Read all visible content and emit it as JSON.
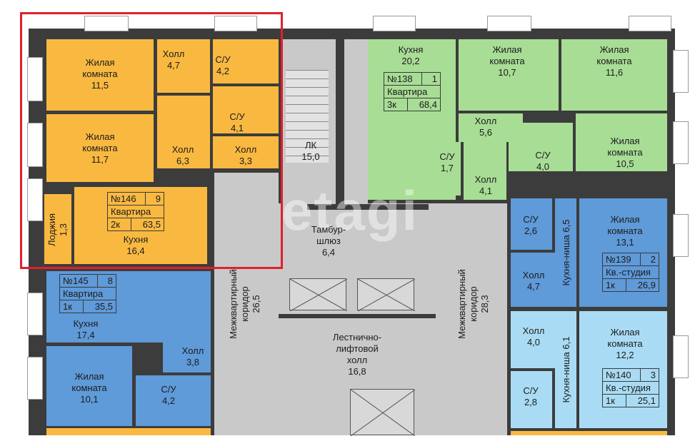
{
  "colors": {
    "orange": "#f9b941",
    "green": "#a8dd95",
    "blue": "#5f9ad9",
    "lightblue": "#a9dcf4",
    "corridor": "#c9c9c9",
    "wall": "#3c3c3c",
    "highlight": "#e0202a"
  },
  "watermark": "etagi",
  "core": {
    "lk": "ЛК\n15,0",
    "tambur": "Тамбур-\nшлюз\n6,4",
    "corridor_left": "Межквартирный\nкоридор\n26,5",
    "corridor_right": "Межквартирный\nкоридор\n28,3",
    "lift_hall": "Лестнично-\nлифтовой\nхолл\n16,8"
  },
  "apt146": {
    "number": "№146",
    "floor": "9",
    "type": "Квартира",
    "rooms": "2к",
    "area": "63,5",
    "labels": {
      "living1": "Жилая\nкомната\n11,5",
      "hall1": "Холл\n4,7",
      "bath1": "С/У\n4,2",
      "bath2": "С/У\n4,1",
      "living2": "Жилая\nкомната\n11,7",
      "hall2": "Холл\n6,3",
      "hall3": "Холл\n3,3",
      "loggia": "Лоджия\n1,3",
      "kitchen": "Кухня\n16,4"
    }
  },
  "apt138": {
    "number": "№138",
    "floor": "1",
    "type": "Квартира",
    "rooms": "3к",
    "area": "68,4",
    "labels": {
      "kitchen": "Кухня\n20,2",
      "living1": "Жилая\nкомната\n10,7",
      "living2": "Жилая\nкомната\n11,6",
      "hall1": "Холл\n5,6",
      "bath1": "С/У\n1,7",
      "bath2": "С/У\n4,0",
      "living3": "Жилая\nкомната\n10,5",
      "hall2": "Холл\n4,1"
    }
  },
  "apt139": {
    "number": "№139",
    "floor": "2",
    "type": "Кв.-студия",
    "rooms": "1к",
    "area": "26,9",
    "labels": {
      "bath": "С/У\n2,6",
      "niche": "Кухня-ниша 6,5",
      "living": "Жилая\nкомната\n13,1",
      "hall": "Холл\n4,7"
    }
  },
  "apt140": {
    "number": "№140",
    "floor": "3",
    "type": "Кв.-студия",
    "rooms": "1к",
    "area": "25,1",
    "labels": {
      "hall": "Холл\n4,0",
      "living": "Жилая\nкомната\n12,2",
      "bath": "С/У\n2,8",
      "niche": "Кухня-ниша 6,1"
    }
  },
  "apt145": {
    "number": "№145",
    "floor": "8",
    "type": "Квартира",
    "rooms": "1к",
    "area": "35,5",
    "labels": {
      "kitchen": "Кухня\n17,4",
      "hall": "Холл\n3,8",
      "living": "Жилая\nкомната\n10,1",
      "bath": "С/У\n4,2"
    }
  }
}
